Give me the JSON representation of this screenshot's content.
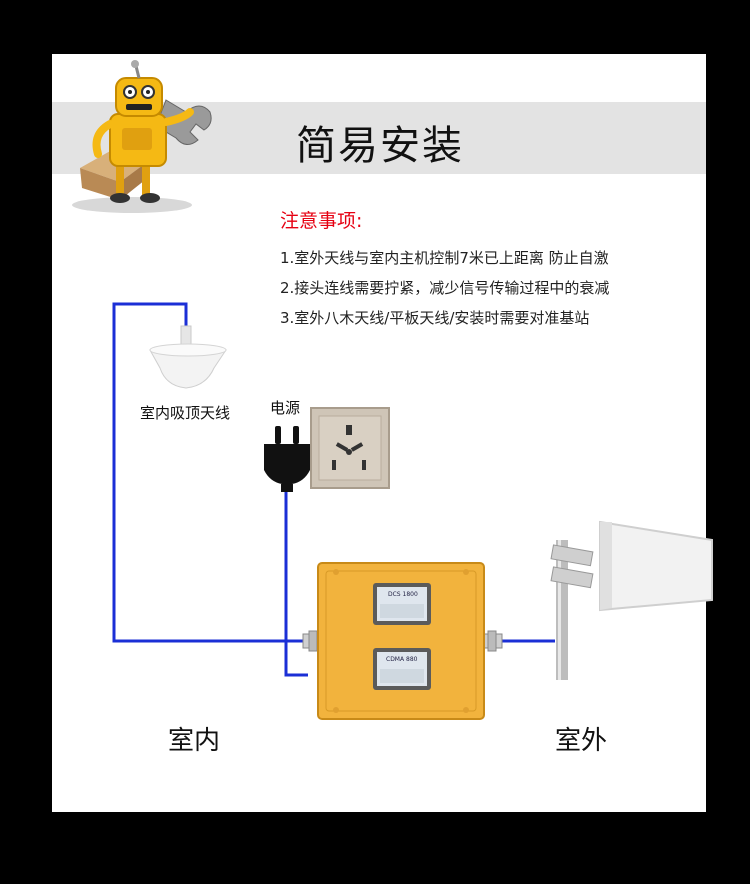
{
  "title": "简易安装",
  "notice": {
    "heading": "注意事项:",
    "items": [
      "1.室外天线与室内主机控制7米已上距离  防止自激",
      "2.接头连线需要拧紧，减少信号传输过程中的衰减",
      "3.室外八木天线/平板天线/安装时需要对准基站"
    ]
  },
  "labels": {
    "ceiling_antenna": "室内吸顶天线",
    "power": "电源",
    "indoor": "室内",
    "outdoor": "室外"
  },
  "device": {
    "screen_top_band": "DCS 1800",
    "screen_bottom_band": "CDMA 880"
  },
  "colors": {
    "cable": "#1b2fd6",
    "banner": "#e3e3e3",
    "notice_heading": "#e60012",
    "device_body": "#f2b33d"
  }
}
